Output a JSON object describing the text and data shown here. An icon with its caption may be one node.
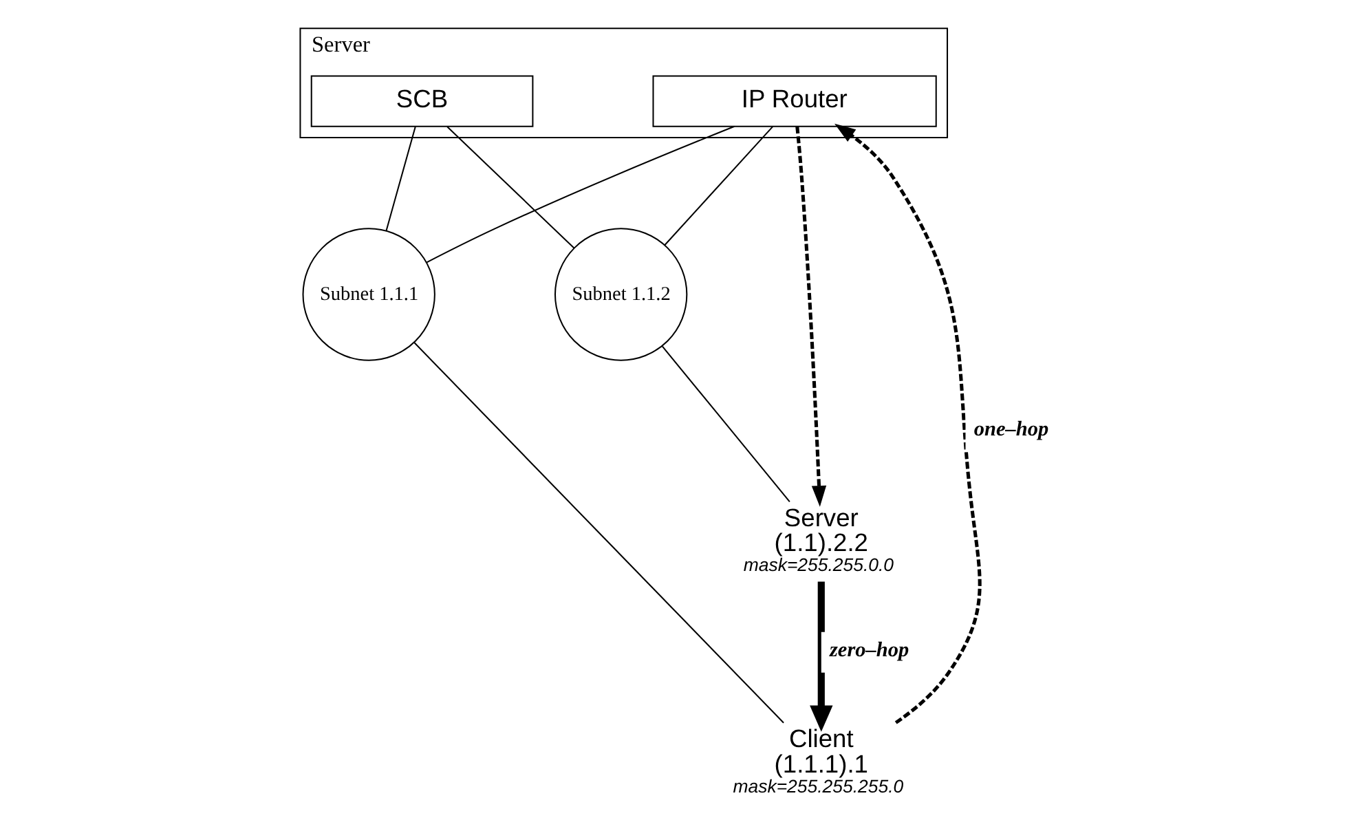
{
  "diagram": {
    "nodes": [
      {
        "text": [
          "Server"
        ]
      },
      {
        "text": [
          "IP Router"
        ],
        "in": 0
      },
      {
        "text": [
          "SCB"
        ],
        "in": 0
      },
      {
        "text": [
          "Subnet 1.1.1"
        ]
      },
      {
        "text": [
          "Subnet 1.1.2"
        ]
      },
      {
        "text": [
          "Client",
          "(1.1.1).1"
        ],
        "beside": [
          "mask=255.255.255.0"
        ]
      },
      {
        "text": [
          "Server",
          "(1.1).2.2"
        ],
        "beside": [
          "mask=255.255.0.0"
        ]
      }
    ],
    "edges": [
      {
        "from": 1,
        "to": 3,
        "arrow": "none"
      },
      {
        "from": 2,
        "to": 3,
        "arrow": "none"
      },
      {
        "from": 1,
        "to": 4,
        "arrow": "none"
      },
      {
        "from": 2,
        "to": 4,
        "arrow": "none"
      },
      {
        "from": 3,
        "to": 5,
        "arrow": "none"
      },
      {
        "from": 4,
        "to": 6,
        "arrow": "none"
      },
      {
        "from": 5,
        "to": 1,
        "arrow": "to",
        "label": "one–hop",
        "style": "dashed"
      },
      {
        "from": 1,
        "to": 6,
        "arrow": "to",
        "style": "dashed"
      },
      {
        "from": 6,
        "to": 5,
        "arrow": "to",
        "label": "zero–hop",
        "style": "thick"
      }
    ]
  }
}
